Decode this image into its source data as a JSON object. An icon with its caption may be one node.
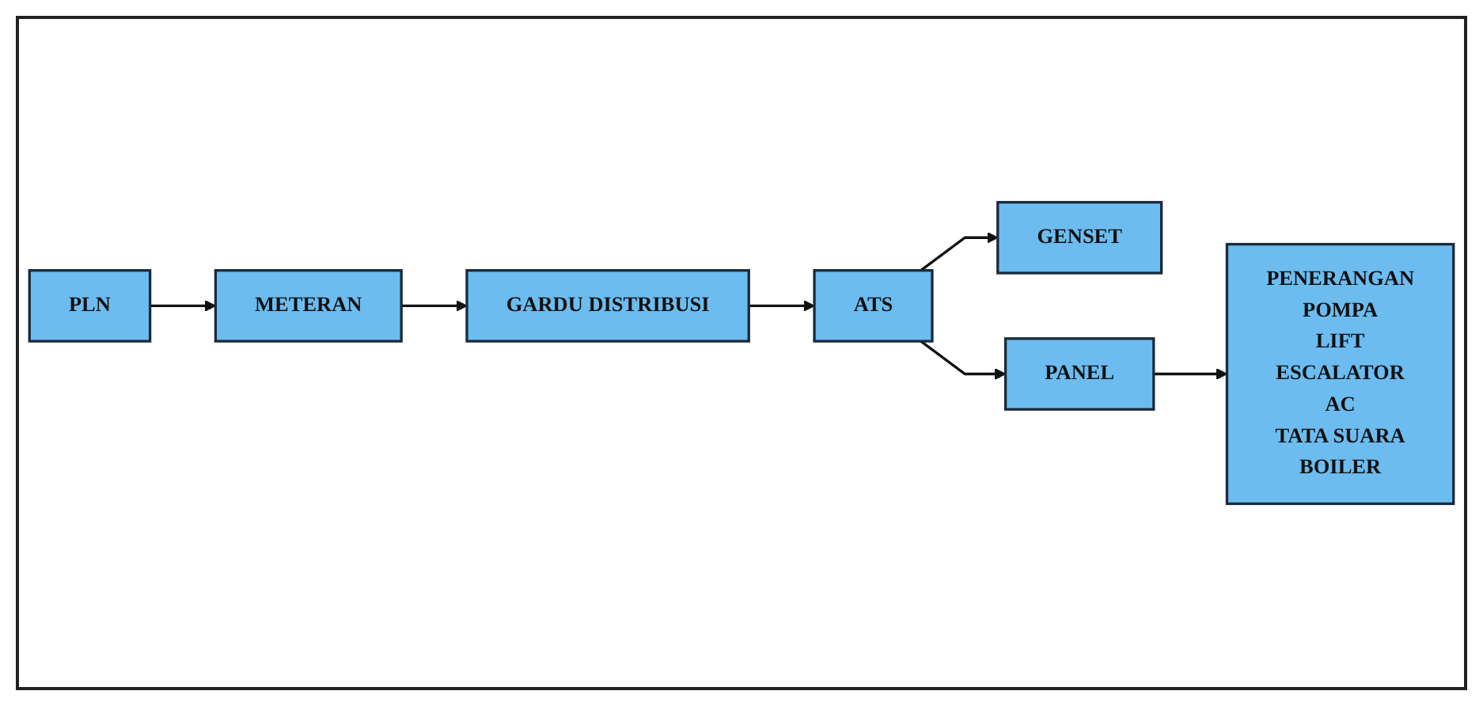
{
  "diagram": {
    "nodes": [
      {
        "text": [
          "PLN"
        ]
      },
      {
        "text": [
          "METERAN"
        ]
      },
      {
        "text": [
          "GARDU DISTRIBUSI"
        ]
      },
      {
        "text": [
          "GENSET"
        ]
      },
      {
        "text": [
          "ATS"
        ]
      },
      {
        "text": [
          "PANEL"
        ]
      },
      {
        "text": [
          "PENERANGAN",
          "POMPA",
          "LIFT",
          "ESCALATOR",
          "AC",
          "TATA SUARA",
          "BOILER"
        ]
      }
    ],
    "edges": [
      {
        "from": 0,
        "to": 1,
        "arrow": "to"
      },
      {
        "from": 1,
        "to": 2,
        "arrow": "to"
      },
      {
        "from": 2,
        "to": 4,
        "arrow": "to"
      },
      {
        "from": 4,
        "to": 3,
        "arrow": "to"
      },
      {
        "from": 4,
        "to": 5,
        "arrow": "to"
      },
      {
        "from": 5,
        "to": 6,
        "arrow": "to"
      }
    ]
  }
}
